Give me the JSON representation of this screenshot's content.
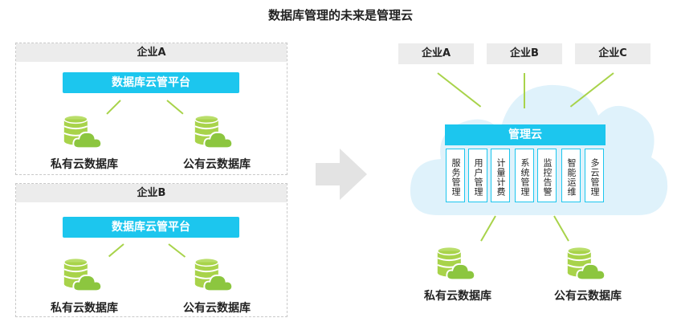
{
  "title": "数据库管理的未来是管理云",
  "left": {
    "panels": [
      {
        "header": "企业A",
        "platform": "数据库云管平台",
        "db_private": "私有云数据库",
        "db_public": "公有云数据库"
      },
      {
        "header": "企业B",
        "platform": "数据库云管平台",
        "db_private": "私有云数据库",
        "db_public": "公有云数据库"
      }
    ]
  },
  "right": {
    "enterprises": [
      "企业A",
      "企业B",
      "企业C"
    ],
    "mgmt_cloud": "管理云",
    "services": [
      "服务管理",
      "用户管理",
      "计量计费",
      "系统管理",
      "监控告警",
      "智能运维",
      "多云管理"
    ],
    "db_private": "私有云数据库",
    "db_public": "公有云数据库"
  },
  "colors": {
    "accent": "#1cc6ee",
    "green": "#a8d34a",
    "cloud": "#dff2fb",
    "gray": "#ececec"
  }
}
